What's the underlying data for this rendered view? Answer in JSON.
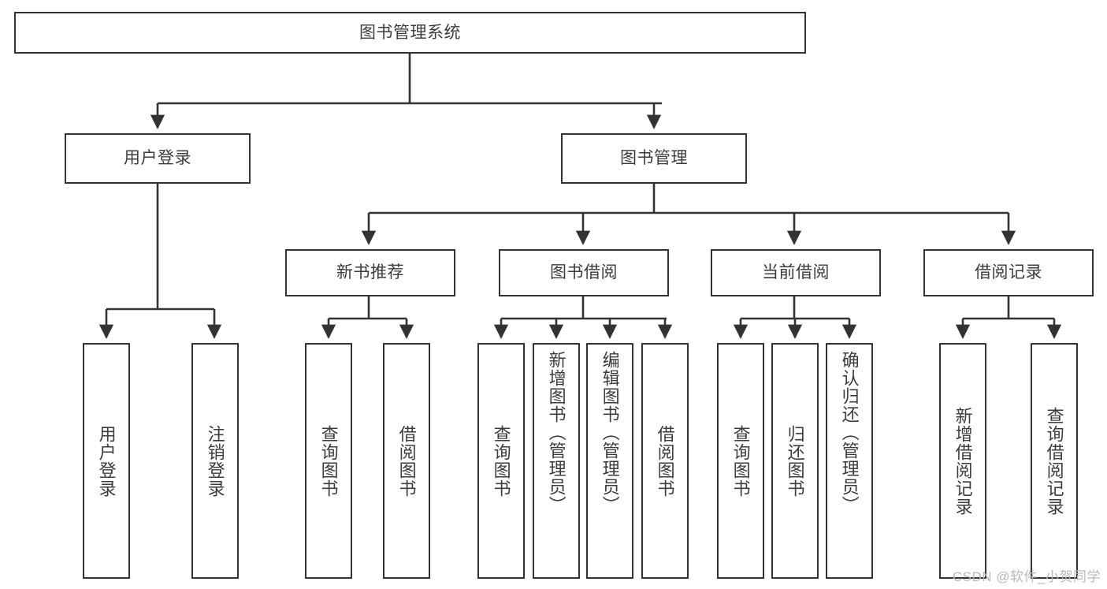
{
  "diagram": {
    "type": "tree",
    "title": "图书管理系统",
    "watermark": "CSDN @软件_小贺同学",
    "colors": {
      "box_stroke": "#333333",
      "box_fill": "#ffffff",
      "text": "#3c3c3c",
      "edge": "#333333",
      "watermark": "#b9b9b9",
      "background": "#ffffff"
    },
    "levels": {
      "root": {
        "label": "图书管理系统"
      },
      "level2": [
        {
          "label": "用户登录"
        },
        {
          "label": "图书管理"
        }
      ],
      "level3": [
        {
          "label": "新书推荐"
        },
        {
          "label": "图书借阅"
        },
        {
          "label": "当前借阅"
        },
        {
          "label": "借阅记录"
        }
      ],
      "leaves": [
        {
          "label": "用户登录",
          "parent": "用户登录"
        },
        {
          "label": "注销登录",
          "parent": "用户登录"
        },
        {
          "label": "查询图书",
          "parent": "新书推荐"
        },
        {
          "label": "借阅图书",
          "parent": "新书推荐"
        },
        {
          "label": "查询图书",
          "parent": "图书借阅"
        },
        {
          "label": "新增图书（管理员）",
          "parent": "图书借阅"
        },
        {
          "label": "编辑图书（管理员）",
          "parent": "图书借阅"
        },
        {
          "label": "借阅图书",
          "parent": "图书借阅"
        },
        {
          "label": "查询图书",
          "parent": "当前借阅"
        },
        {
          "label": "归还图书",
          "parent": "当前借阅"
        },
        {
          "label": "确认归还（管理员）",
          "parent": "当前借阅"
        },
        {
          "label": "新增借阅记录",
          "parent": "借阅记录"
        },
        {
          "label": "查询借阅记录",
          "parent": "借阅记录"
        }
      ]
    }
  }
}
